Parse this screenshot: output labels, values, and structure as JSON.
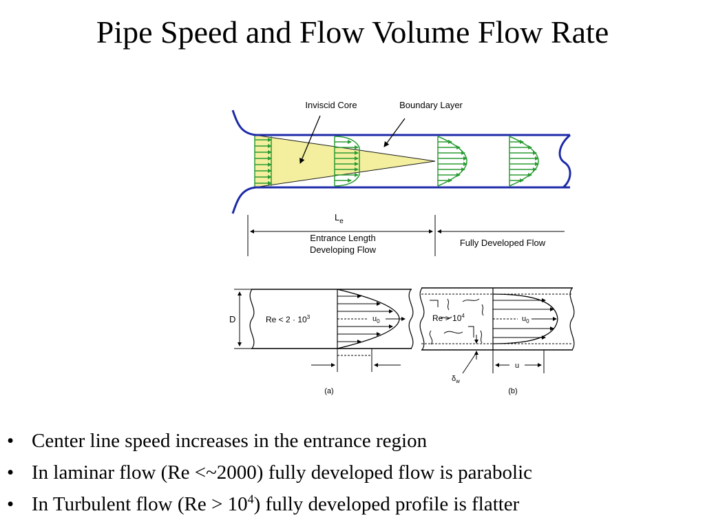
{
  "title": "Pipe Speed and Flow Volume Flow Rate",
  "diagram": {
    "inviscid_core_label": "Inviscid Core",
    "boundary_layer_label": "Boundary Layer",
    "le_main": "L",
    "le_sub": "e",
    "entrance_length_line1": "Entrance Length",
    "entrance_length_line2": "Developing Flow",
    "fully_developed_label": "Fully Developed Flow",
    "d_label": "D",
    "laminar_re_label": "Re < 2 · 10",
    "laminar_re_exp": "3",
    "turbulent_re_label": "Re > 10",
    "turbulent_re_exp": "4",
    "u0_main": "u",
    "u0_sub": "0",
    "delta_main": "δ",
    "delta_sub": "w",
    "u_label": "u",
    "caption_a": "(a)",
    "caption_b": "(b)",
    "colors": {
      "pipe": "#1c2aa8",
      "profile": "#2a9b32",
      "core": "#f3ef9e"
    }
  },
  "bullets": [
    {
      "marker": "•",
      "text": "Center line speed increases in the entrance region"
    },
    {
      "marker": "•",
      "text": "In laminar flow (Re <~2000) fully developed flow is parabolic"
    },
    {
      "marker": "•",
      "pre": "In Turbulent flow (Re > 10",
      "sup": "4",
      "post": ") fully developed profile is flatter"
    }
  ]
}
